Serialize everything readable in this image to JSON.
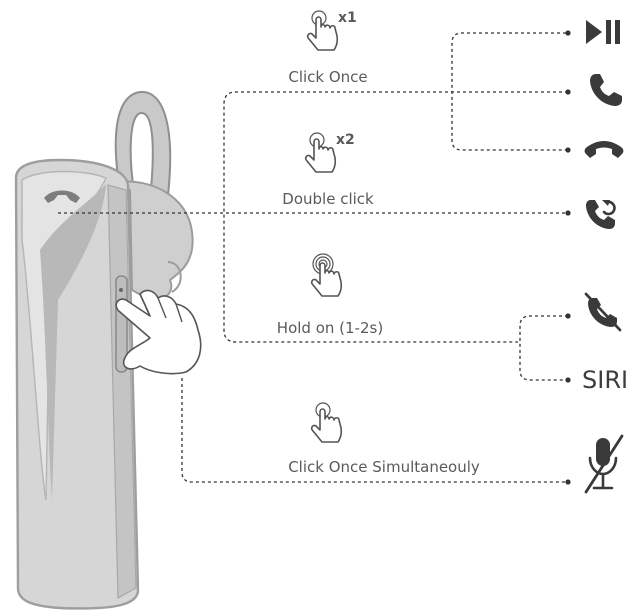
{
  "actions": {
    "click_once": {
      "label": "Click Once",
      "multiplier": "x1"
    },
    "double_click": {
      "label": "Double click",
      "multiplier": "x2"
    },
    "hold_on": {
      "label": "Hold on (1-2s)",
      "multiplier": ""
    },
    "simultaneous": {
      "label": "Click Once Simultaneouly",
      "multiplier": ""
    }
  },
  "results": [
    {
      "icon": "play-pause-icon"
    },
    {
      "icon": "answer-call-icon"
    },
    {
      "icon": "hang-up-icon"
    },
    {
      "icon": "redial-icon"
    },
    {
      "icon": "reject-call-icon"
    },
    {
      "text": "SIRI"
    },
    {
      "icon": "mute-microphone-icon"
    }
  ],
  "colors": {
    "line": "#333333",
    "text": "#5a5a5a",
    "device_body": "#d4d4d4",
    "device_edge": "#a8a8a8"
  }
}
